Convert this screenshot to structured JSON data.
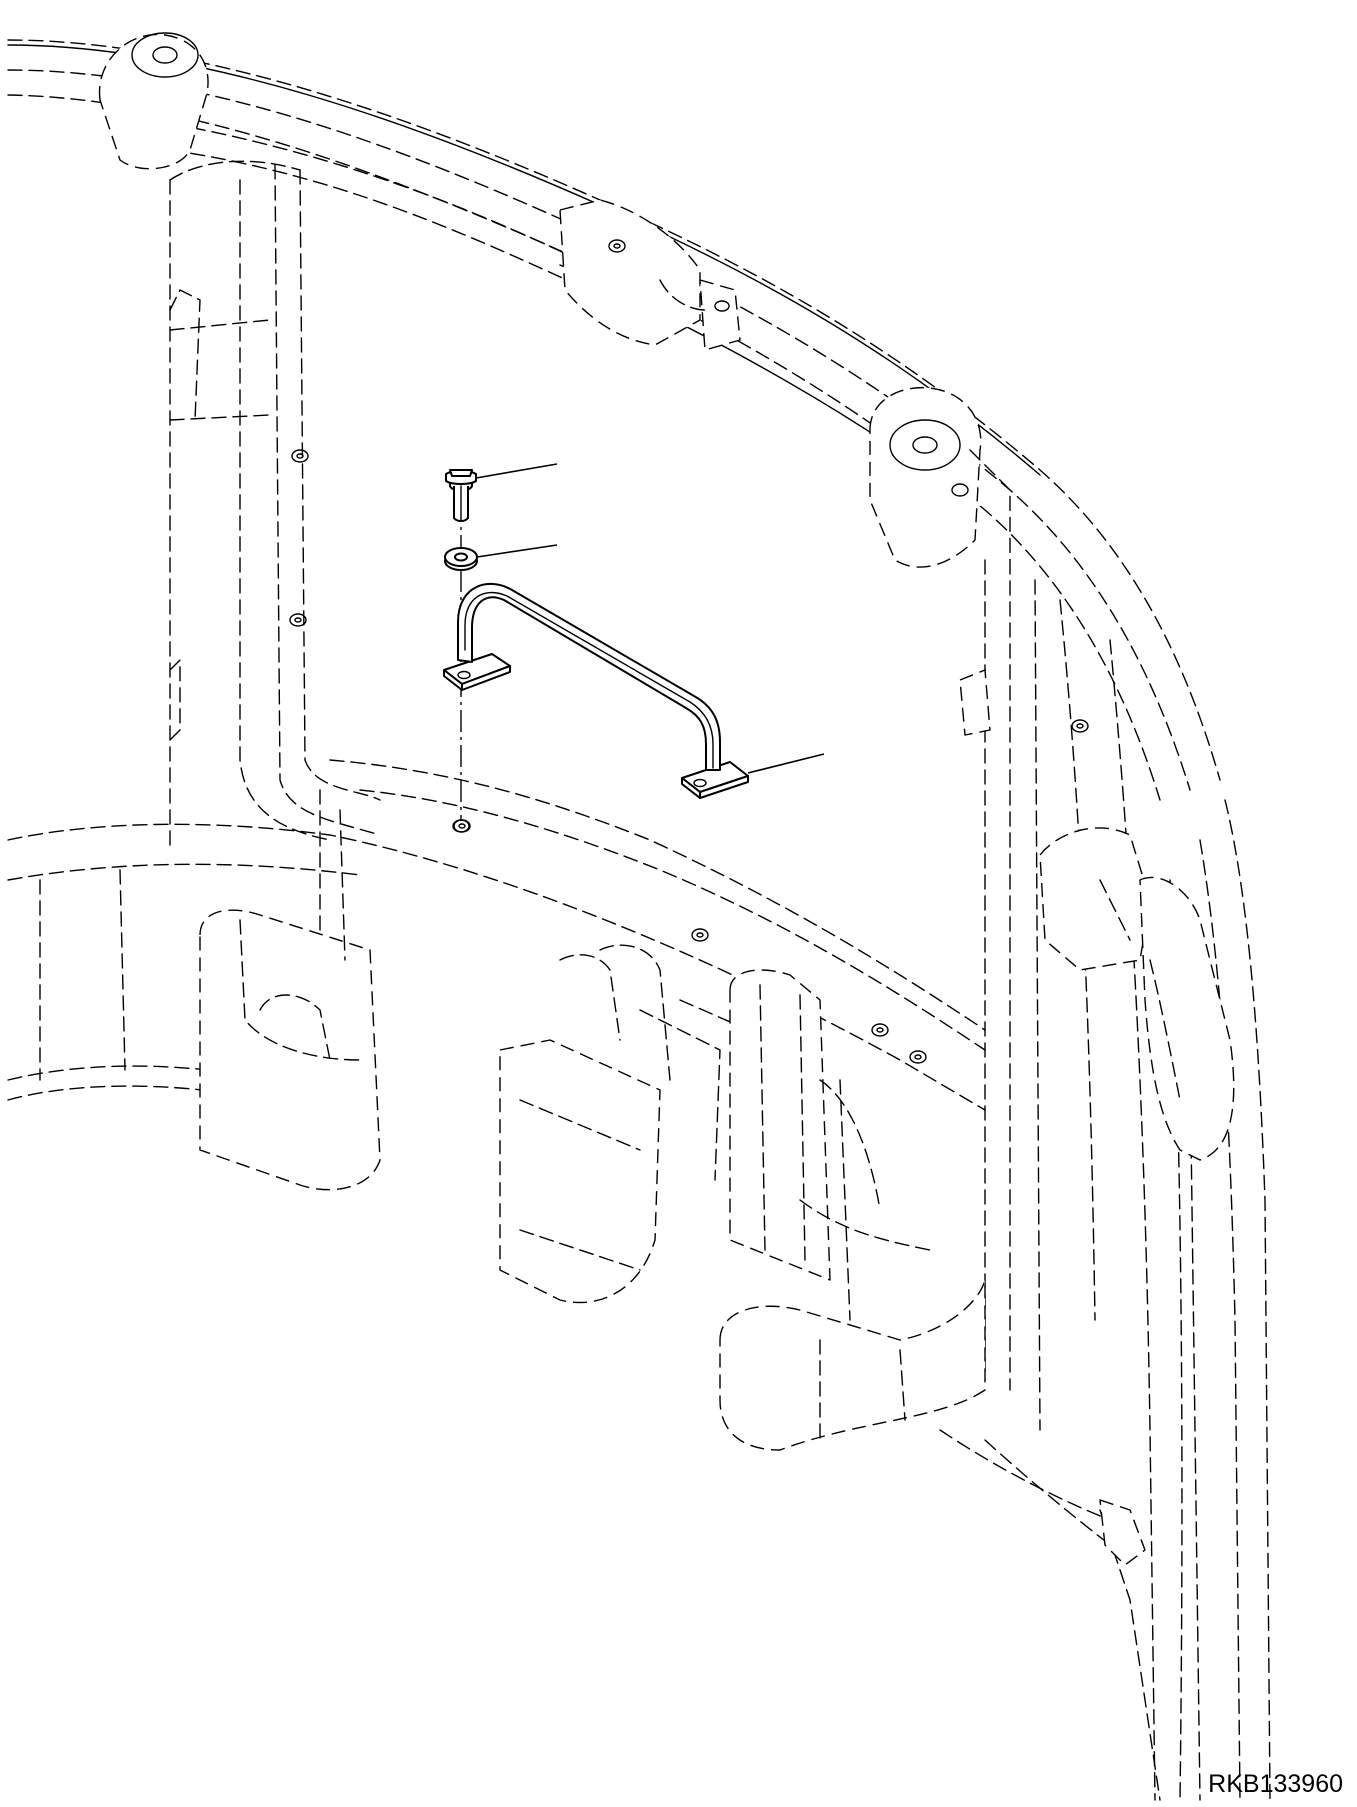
{
  "figure": {
    "code": "RKB133960"
  },
  "parts": [
    {
      "name": "bolt",
      "icon": "bolt-icon"
    },
    {
      "name": "washer",
      "icon": "washer-icon"
    },
    {
      "name": "handrail",
      "icon": "handrail-icon"
    }
  ],
  "colors": {
    "line": "#000000",
    "background": "#ffffff"
  }
}
